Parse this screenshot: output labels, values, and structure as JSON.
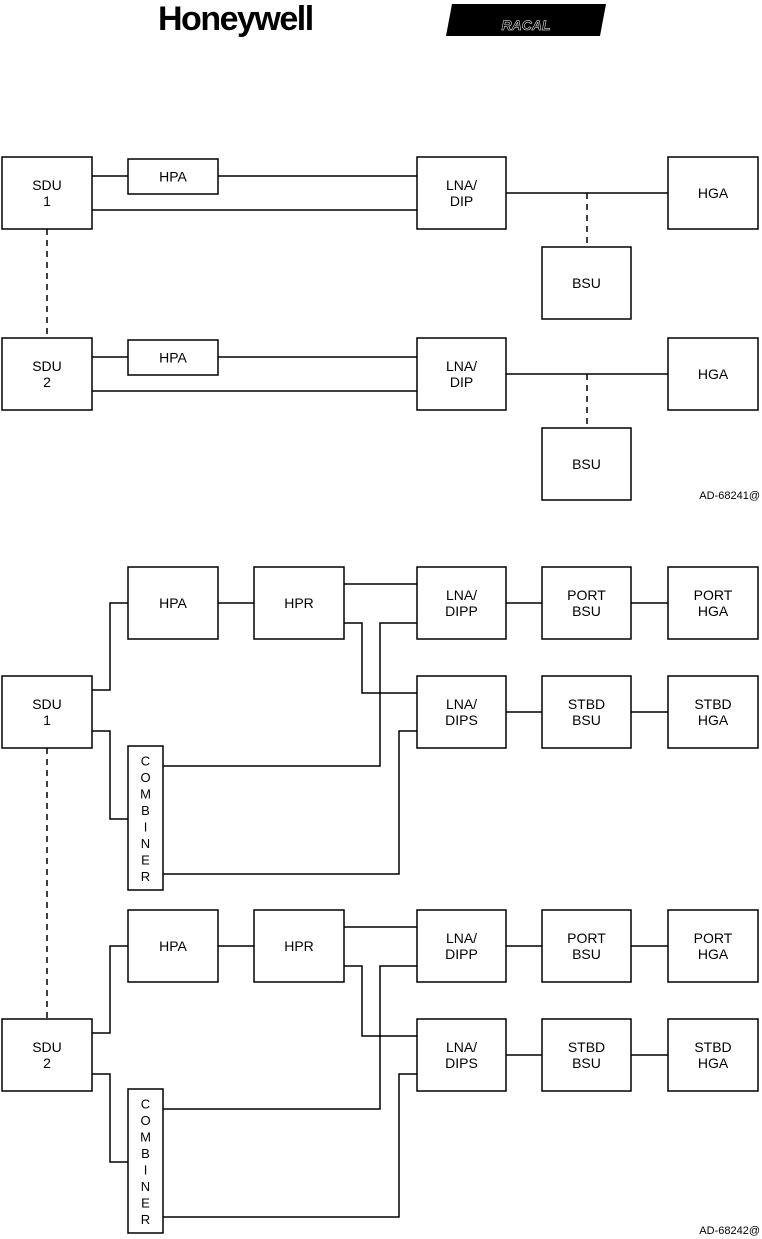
{
  "logos": {
    "honeywell": "Honeywell",
    "racal": "RACAL"
  },
  "figure1": {
    "sdu1": [
      "SDU",
      "1"
    ],
    "sdu2": [
      "SDU",
      "2"
    ],
    "hpa": "HPA",
    "lna": [
      "LNA/",
      "DIP"
    ],
    "hga": "HGA",
    "bsu": "BSU",
    "ref": "AD-68241@"
  },
  "figure2": {
    "sdu1": [
      "SDU",
      "1"
    ],
    "sdu2": [
      "SDU",
      "2"
    ],
    "hpa": "HPA",
    "hpr": "HPR",
    "lna_port": [
      "LNA/",
      "DIPP"
    ],
    "lna_stbd": [
      "LNA/",
      "DIPS"
    ],
    "port_bsu": [
      "PORT",
      "BSU"
    ],
    "stbd_bsu": [
      "STBD",
      "BSU"
    ],
    "port_hga": [
      "PORT",
      "HGA"
    ],
    "stbd_hga": [
      "STBD",
      "HGA"
    ],
    "combiner": [
      "C",
      "O",
      "M",
      "B",
      "I",
      "N",
      "E",
      "R"
    ],
    "ref": "AD-68242@"
  }
}
